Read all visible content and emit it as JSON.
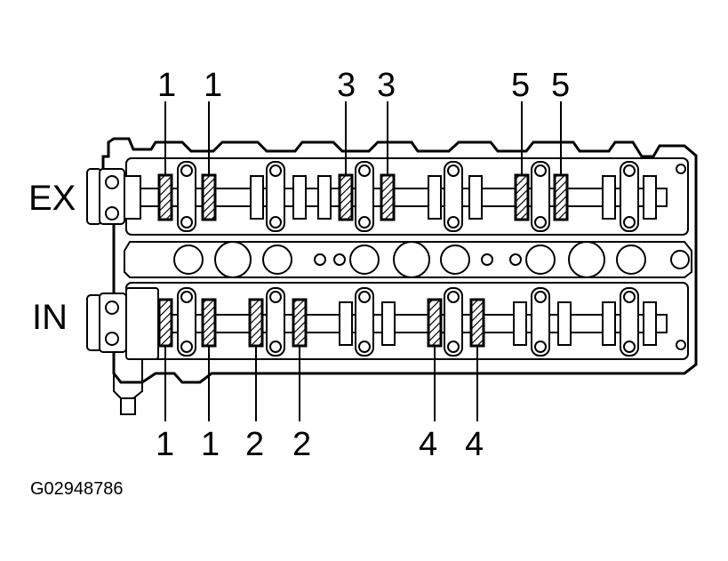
{
  "labels": {
    "exhaust": "EX",
    "intake": "IN",
    "figure_code": "G02948786"
  },
  "exhaust_caps": [
    "1",
    "1",
    "3",
    "3",
    "5",
    "5"
  ],
  "intake_caps": [
    "1",
    "1",
    "2",
    "2",
    "4",
    "4"
  ]
}
